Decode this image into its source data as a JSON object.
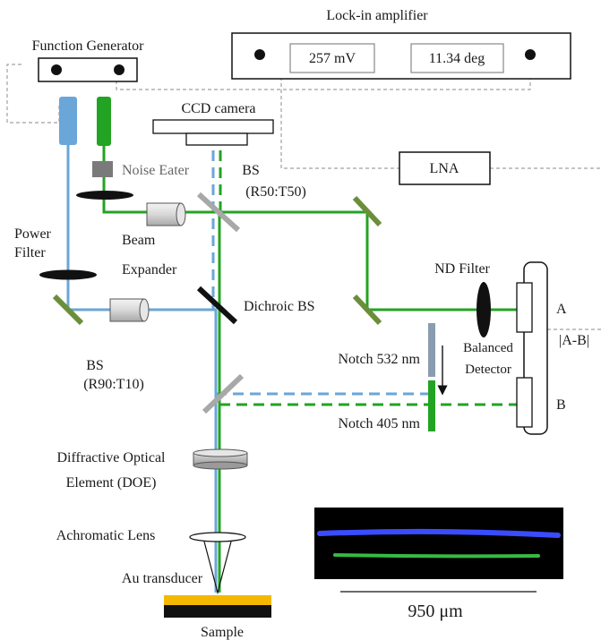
{
  "labels": {
    "lockin": "Lock-in amplifier",
    "lockin_value1": "257 mV",
    "lockin_value2": "11.34 deg",
    "function_generator": "Function Generator",
    "ccd": "CCD camera",
    "noise_eater": "Noise Eater",
    "bs1_name": "BS",
    "bs1_ratio": "(R50:T50)",
    "lna": "LNA",
    "power": "Power",
    "filter": "Filter",
    "beam": "Beam",
    "expander": "Expander",
    "nd_filter": "ND Filter",
    "dichroic": "Dichroic BS",
    "det_a": "A",
    "det_ab": "|A-B|",
    "notch532": "Notch 532 nm",
    "balanced": "Balanced",
    "detector": "Detector",
    "bs2_name": "BS",
    "bs2_ratio": "(R90:T10)",
    "det_b": "B",
    "notch405": "Notch 405 nm",
    "doe_line1": "Diffractive Optical",
    "doe_line2": "Element (DOE)",
    "achromatic": "Achromatic Lens",
    "au": "Au transducer",
    "sample": "Sample",
    "scale": "950 μm"
  },
  "colors": {
    "blue_beam": "#6aa6d8",
    "green_beam": "#23a323",
    "mirror": "#6b8e3a",
    "beamsplitter": "#a8a8a8",
    "dichroic": "#111111",
    "transducer": "#f5b800",
    "sample": "#111111",
    "image_bg": "#000000",
    "image_blue": "#3a4cff",
    "image_green": "#3ccf4a"
  }
}
